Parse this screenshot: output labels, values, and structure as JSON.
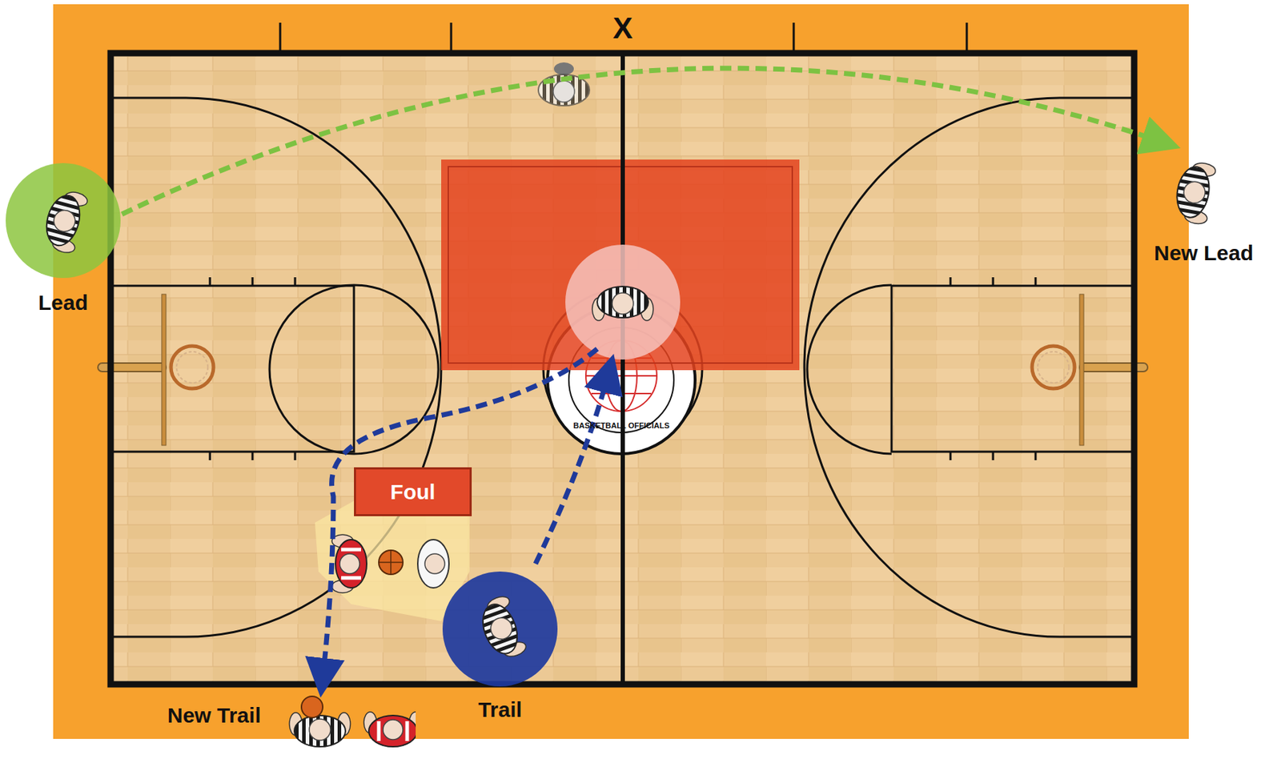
{
  "diagram": {
    "nodes": [
      {
        "text": [
          "Lead"
        ]
      },
      {
        "text": [
          "New Lead"
        ]
      },
      {
        "text": [
          "Foul"
        ]
      },
      {
        "text": [
          "Trail"
        ]
      },
      {
        "text": [
          "New Trail"
        ]
      }
    ],
    "edges": [
      {
        "from": 0,
        "to": 1,
        "arrow": "to"
      }
    ],
    "labels": [
      "X",
      "BASKETBALL OFFICIALS"
    ]
  }
}
